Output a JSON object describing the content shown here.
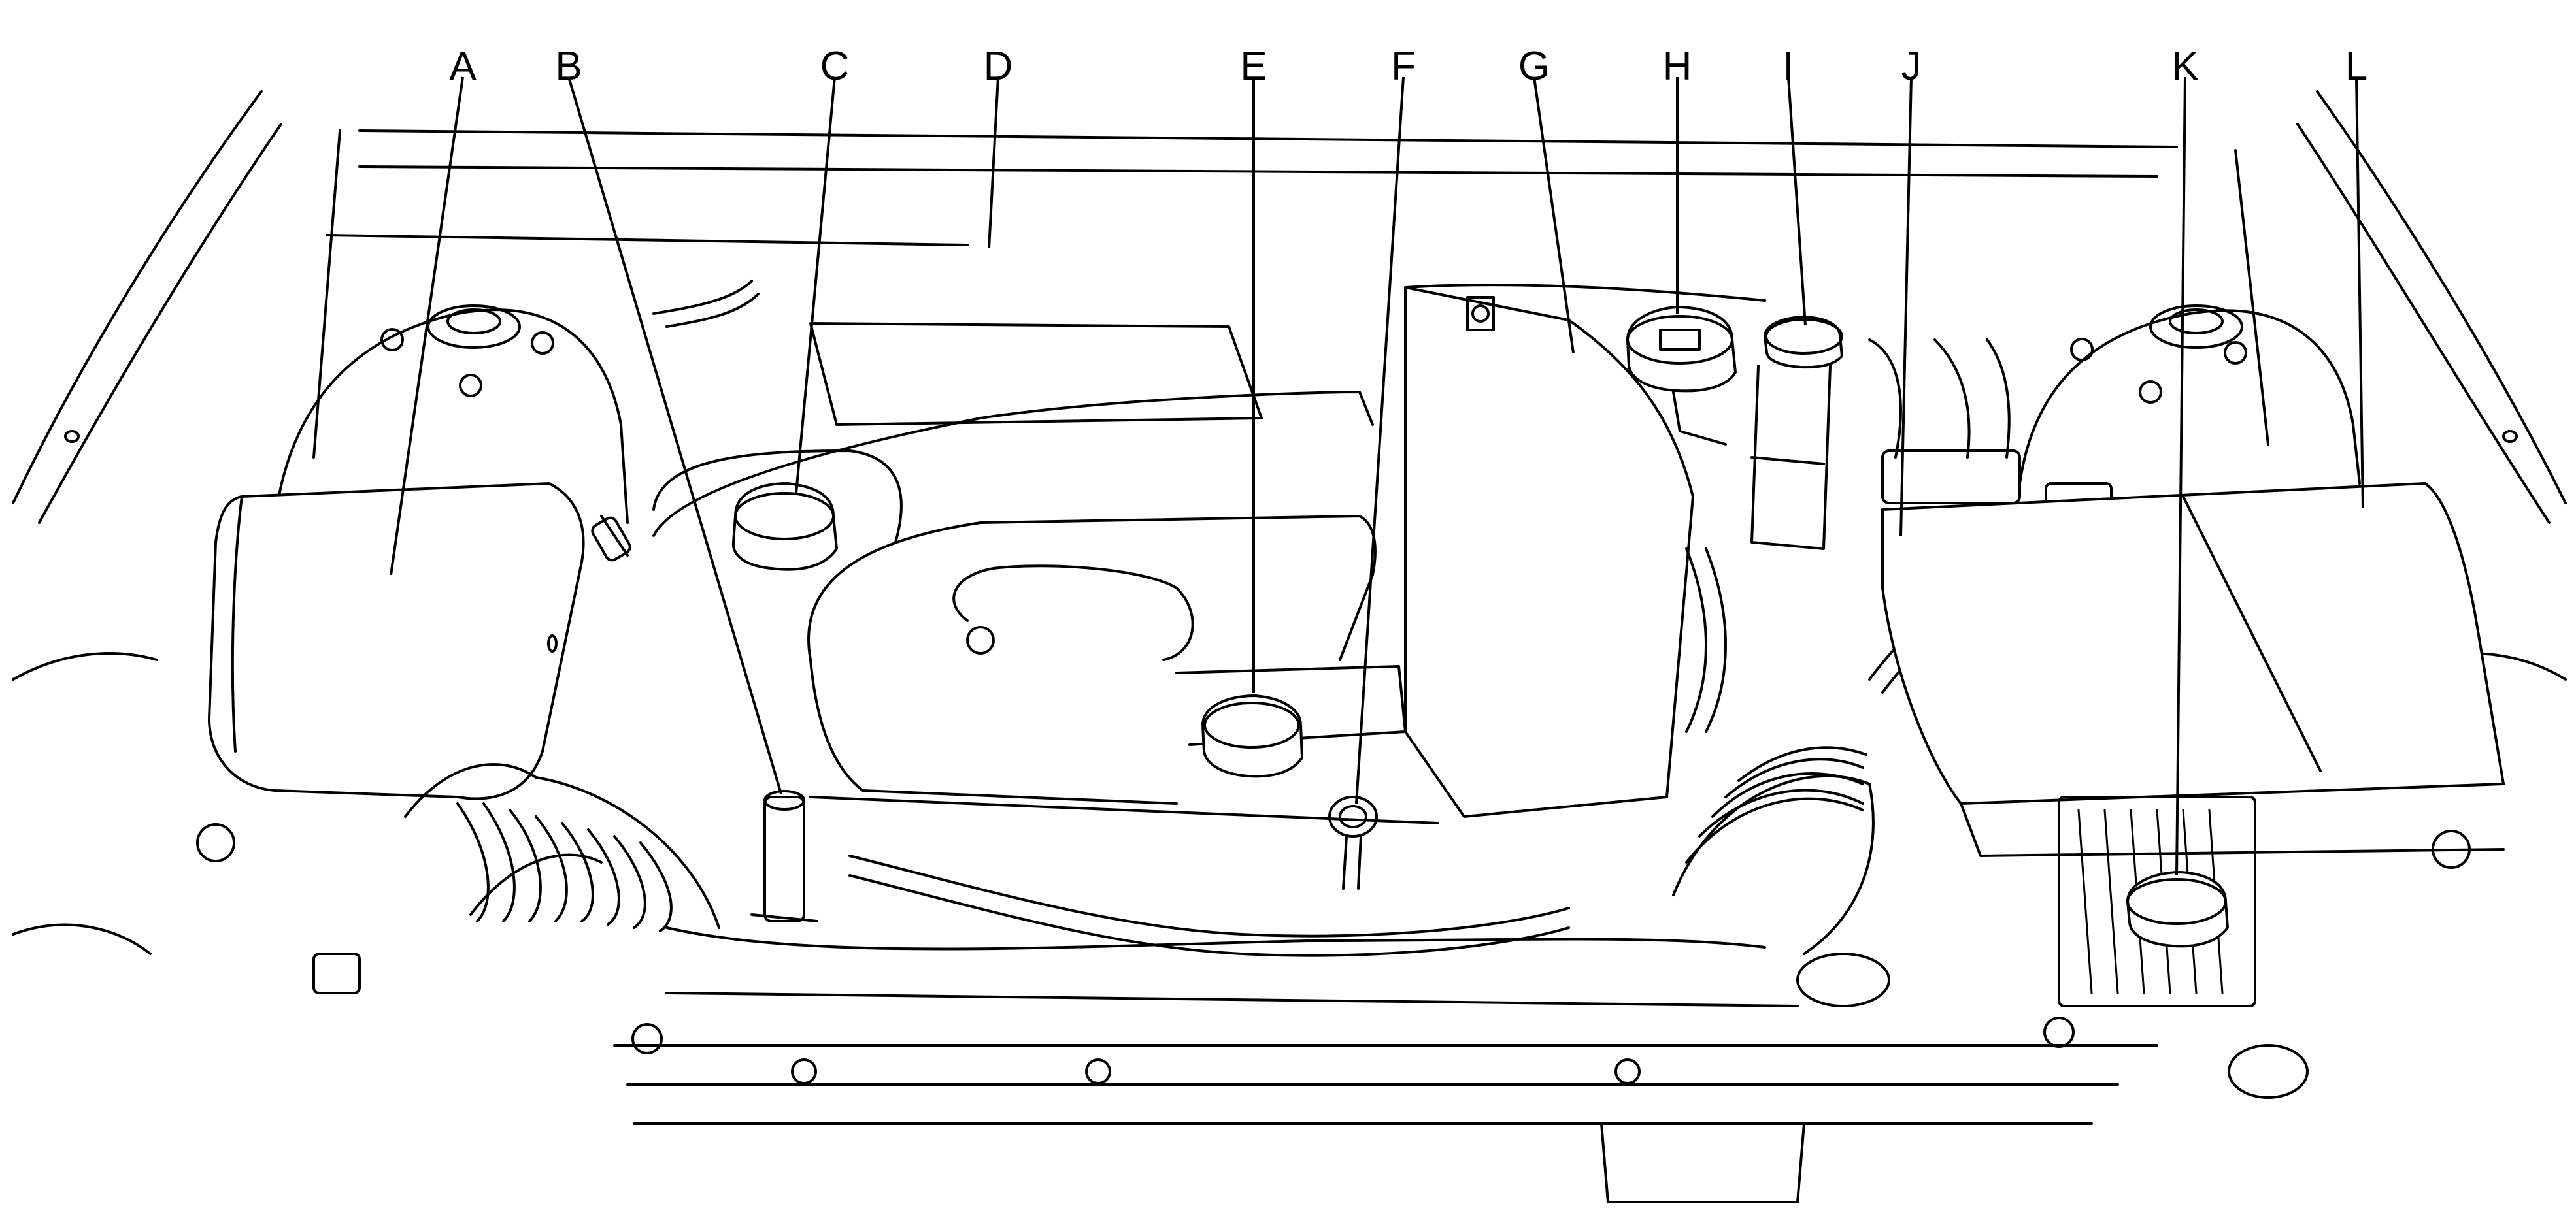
{
  "diagram": {
    "line_color": "#000000",
    "background_color": "#ffffff",
    "callouts": [
      {
        "id": "a",
        "label": "A"
      },
      {
        "id": "b",
        "label": "B"
      },
      {
        "id": "c",
        "label": "C"
      },
      {
        "id": "d",
        "label": "D"
      },
      {
        "id": "e",
        "label": "E"
      },
      {
        "id": "f",
        "label": "F"
      },
      {
        "id": "g",
        "label": "G"
      },
      {
        "id": "h",
        "label": "H"
      },
      {
        "id": "i",
        "label": "I"
      },
      {
        "id": "j",
        "label": "J"
      },
      {
        "id": "k",
        "label": "K"
      },
      {
        "id": "l",
        "label": "L"
      }
    ]
  }
}
